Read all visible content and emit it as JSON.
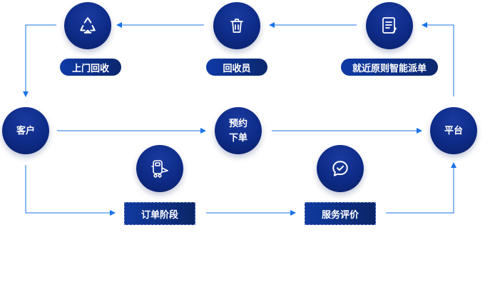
{
  "colors": {
    "accent": "#1a73e8",
    "node": "#0d2b86"
  },
  "top_row": {
    "recycle": {
      "icon": "recycle-icon",
      "label": "上门回收"
    },
    "recycler": {
      "icon": "trash-bin-icon",
      "label": "回收员"
    },
    "dispatch": {
      "icon": "clipboard-icon",
      "label": "就近原则智能派单"
    }
  },
  "middle_row": {
    "customer": "客户",
    "order_line1": "预约",
    "order_line2": "下单",
    "platform": "平台"
  },
  "bottom_row": {
    "order_stage": {
      "icon": "delivery-robot-icon",
      "label": "订单阶段"
    },
    "service_review": {
      "icon": "chat-check-icon",
      "label": "服务评价"
    }
  }
}
